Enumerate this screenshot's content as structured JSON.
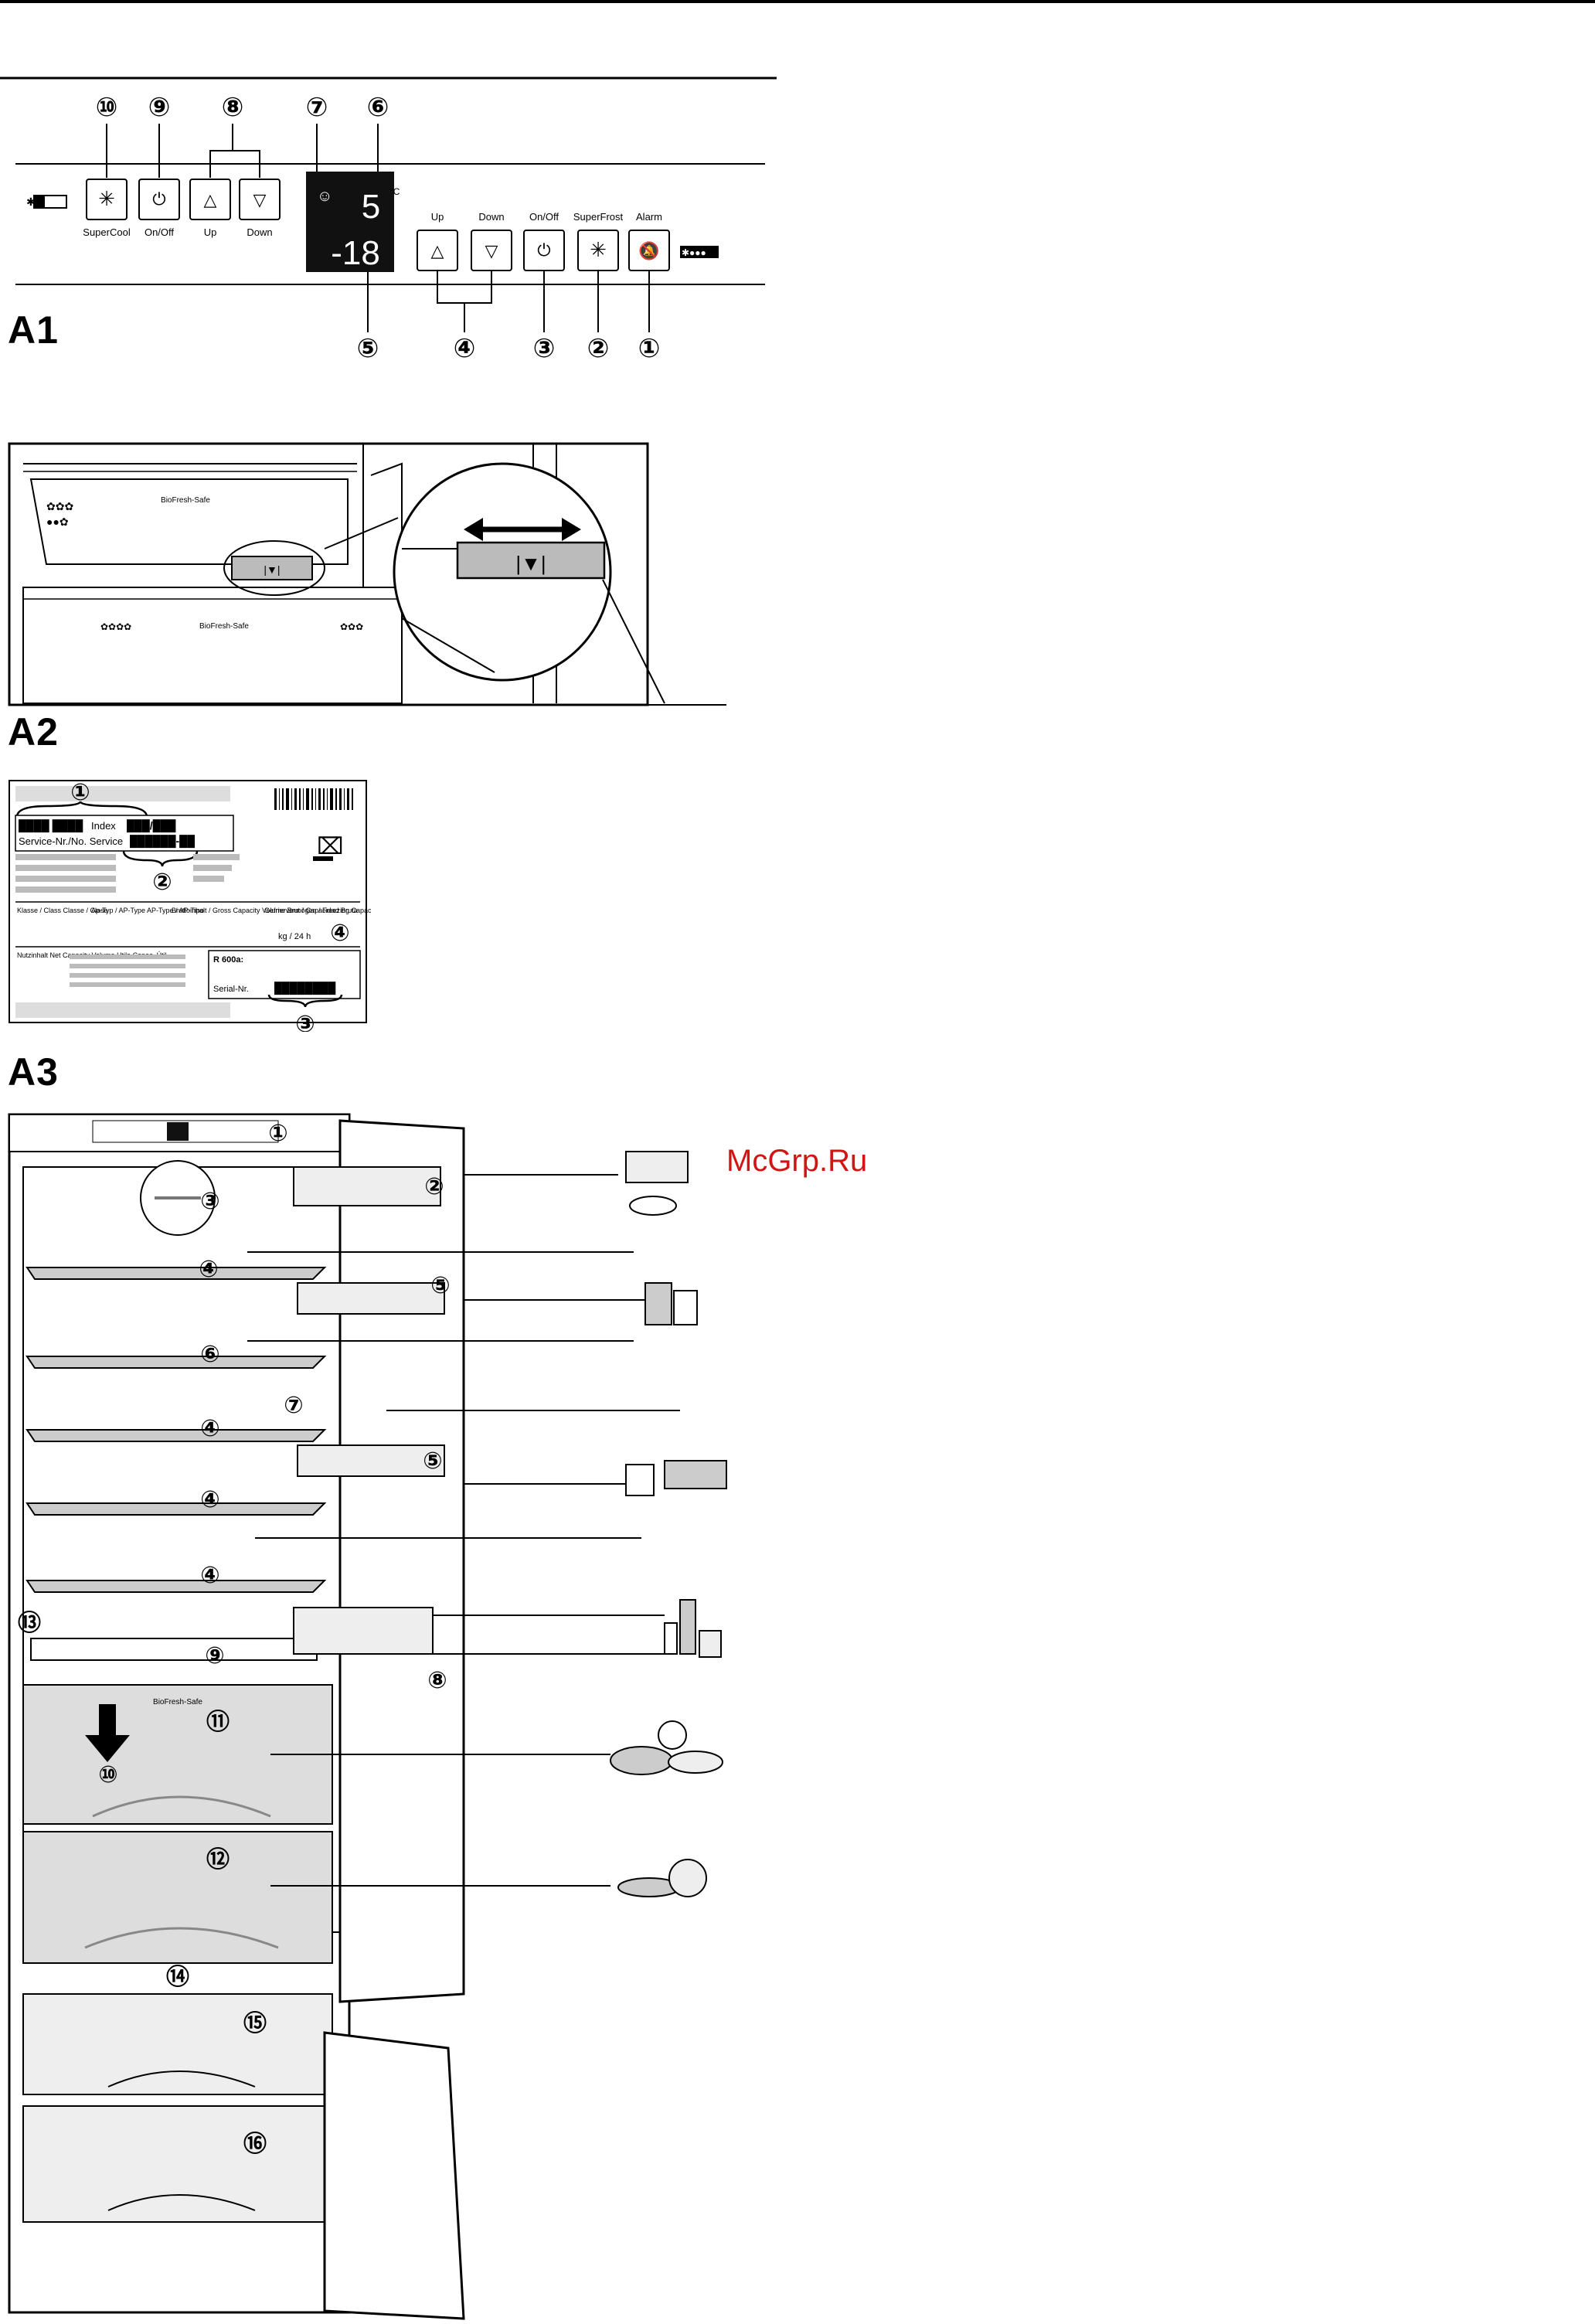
{
  "a1": {
    "label": "A1",
    "callouts": [
      "⑩",
      "⑨",
      "⑧",
      "⑦",
      "⑥",
      "⑤",
      "④",
      "③",
      "②",
      "①"
    ],
    "buttons_left": {
      "supercool": "SuperCool",
      "onoff": "On/Off",
      "up": "Up",
      "down": "Down"
    },
    "buttons_right": {
      "up": "Up",
      "down": "Down",
      "onoff": "On/Off",
      "superfrost": "SuperFrost",
      "alarm": "Alarm"
    },
    "display": {
      "fridge_temp": "5",
      "freezer_temp": "-18",
      "unit": "°C"
    }
  },
  "a2": {
    "label": "A2",
    "drawer_title": "BioFresh-Safe"
  },
  "a3": {
    "label": "A3",
    "callouts": [
      "①",
      "②",
      "③",
      "④"
    ],
    "plate": {
      "index_label": "Index",
      "service_label": "Service-Nr./No. Service",
      "class_label": "Klasse / Class\nClasse / Clase",
      "type_label": "Ap-Typ / AP-Type\nAP-Type / AP-Tipo",
      "gross_label": "Bruttoinhalt / Gross Capacity\nVolume Brut / Capacidad Bruta",
      "freezing_label": "Gefriervermögen / Freezing Capacity\nPouvoir de Congel / Cap. Congelados",
      "freezing_unit": "kg / 24 h",
      "net_labels": "Nutzinhalt\nNet Capacity\nVolume Utile\nCapac. Útil",
      "refrigerant": "R 600a:",
      "serial_label": "Serial-Nr."
    }
  },
  "fridge": {
    "callouts": [
      "①",
      "②",
      "③",
      "④",
      "⑤",
      "⑥",
      "⑦",
      "④",
      "⑤",
      "④",
      "④",
      "⑬",
      "⑨",
      "⑧",
      "⑪",
      "⑩",
      "⑫",
      "⑭",
      "⑮",
      "⑯"
    ],
    "drawer_title": "BioFresh-Safe"
  },
  "watermark": "McGrp.Ru"
}
